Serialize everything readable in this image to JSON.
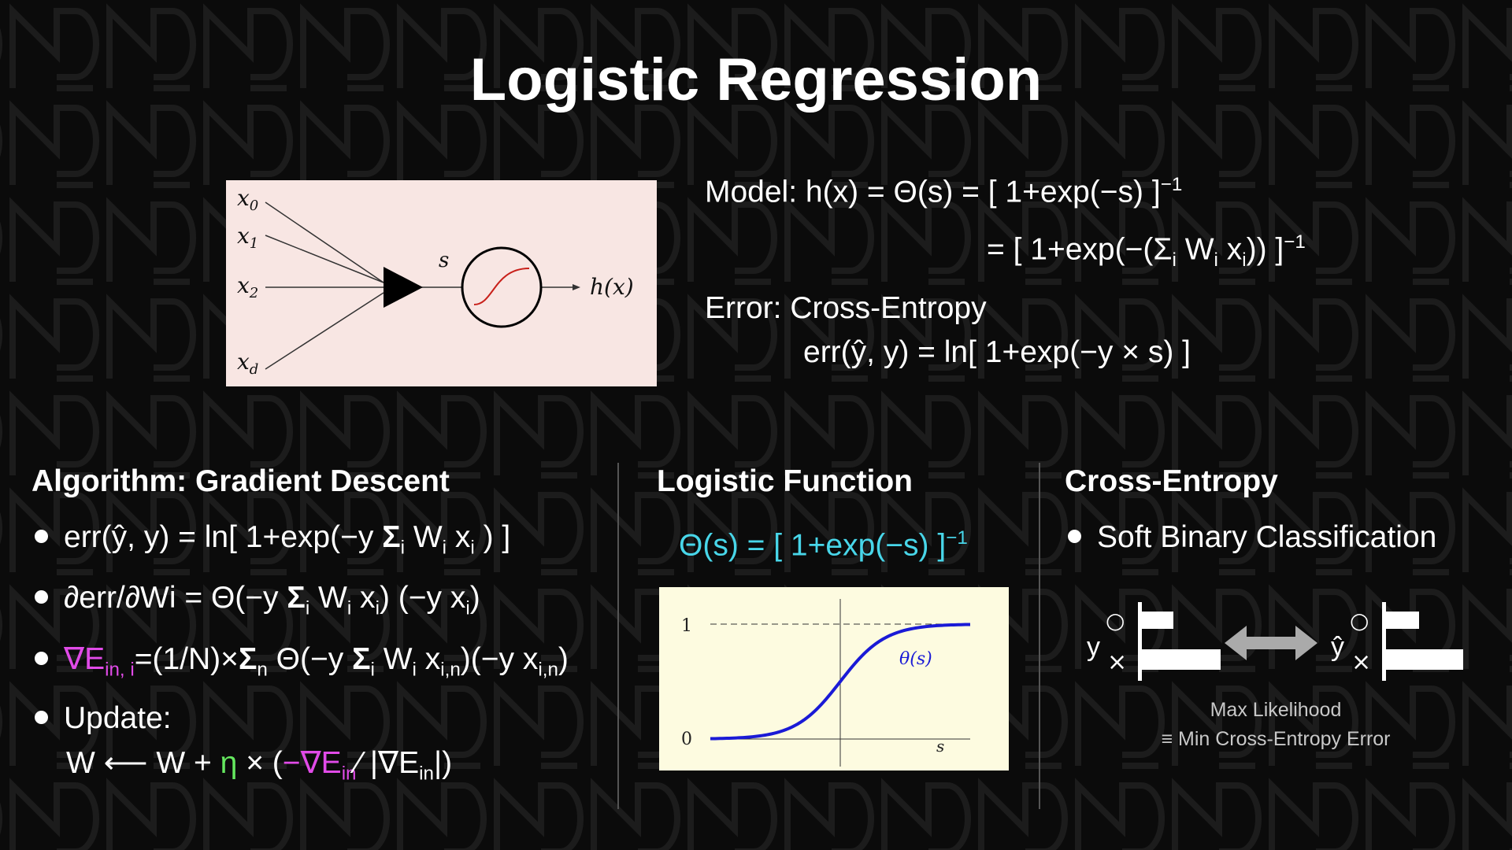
{
  "title": "Logistic Regression",
  "perceptron": {
    "inputs": [
      "x",
      "x",
      "x",
      "x"
    ],
    "input_subs": [
      "0",
      "1",
      "2",
      "d"
    ],
    "sum_label": "s",
    "output_label": "h(x)"
  },
  "model": {
    "line1_prefix": "Model: h(x) = Θ(s) = [ 1+exp(−s) ]",
    "line1_sup": "−1",
    "line2_a": "= [ 1+exp(−(Σ",
    "line2_sub_i": "i",
    "line2_b": " W",
    "line2_sub_i2": "i",
    "line2_c": " x",
    "line2_sub_i3": "i",
    "line2_d": ")) ]",
    "line2_sup": "−1"
  },
  "error": {
    "heading": "Error: Cross-Entropy",
    "formula": "err(ŷ, y) = ln[ 1+exp(−y × s) ]"
  },
  "algorithm": {
    "heading": "Algorithm: Gradient Descent",
    "b1_a": "err(ŷ, y) = ln[ 1+exp(−y ",
    "b1_sigma": "Σ",
    "b1_sub": "i",
    "b1_b": " W",
    "b1_sub2": "i",
    "b1_c": " x",
    "b1_sub3": "i",
    "b1_d": " ) ]",
    "b2_a": "∂err/∂Wi = Θ(−y ",
    "b2_sigma": "Σ",
    "b2_sub": "i",
    "b2_b": " W",
    "b2_sub2": "i",
    "b2_c": " x",
    "b2_sub3": "i",
    "b2_d": ") (−y x",
    "b2_sub4": "i",
    "b2_e": ")",
    "b3_grad": "∇E",
    "b3_grad_sub": "in, i",
    "b3_a": "=(1/N)×",
    "b3_sigma": "Σ",
    "b3_sub_n": "n",
    "b3_b": " Θ(−y ",
    "b3_sigma2": "Σ",
    "b3_sub_i": "i",
    "b3_c": " W",
    "b3_sub_i2": "i",
    "b3_d": " x",
    "b3_sub_in": "i,n",
    "b3_e": ")(−y x",
    "b3_sub_in2": "i,n",
    "b3_f": ")",
    "b4_label": "Update:",
    "upd_a": "W ⟵ W + ",
    "upd_eta": "η",
    "upd_b": " × (",
    "upd_neg": "−∇E",
    "upd_neg_sub": "in",
    "upd_c": "∕ |∇E",
    "upd_c_sub": "in",
    "upd_d": "|)"
  },
  "logistic": {
    "heading": "Logistic Function",
    "formula": "Θ(s) = [ 1+exp(−s) ]",
    "formula_sup": "−1",
    "plot_label": "θ(s)",
    "tick_1": "1",
    "tick_0": "0",
    "axis_s": "s"
  },
  "cross": {
    "heading": "Cross-Entropy",
    "bullet": "Soft Binary Classification",
    "left_var": "y",
    "right_var": "ŷ",
    "circle_mark": "○",
    "cross_mark": "×",
    "note_line1": "Max Likelihood",
    "note_line2": "≡ Min Cross-Entropy Error"
  },
  "colors": {
    "background": "#0b0b0b",
    "magenta": "#e14be8",
    "green": "#65e85f",
    "cyan": "#48d6e9",
    "sigmoid_curve": "#1a1ad6",
    "perceptron_curve": "#c8201a"
  }
}
